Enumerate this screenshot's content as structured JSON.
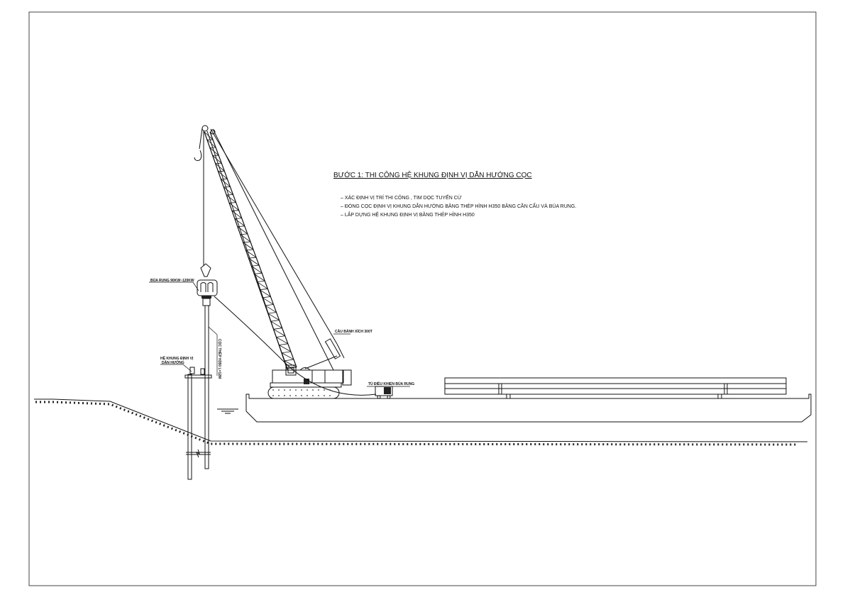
{
  "title": "BƯỚC 1: THI CÔNG HỆ KHUNG ĐỊNH VỊ DẪN HƯỚNG CỌC",
  "notes": [
    "–  XÁC ĐỊNH VỊ TRÍ THI CÔNG , TIM DỌC TUYẾN CỪ",
    "–  ĐÓNG CỌC ĐỊNH VỊ KHUNG DẪN HƯỚNG BẰNG THÉP HÌNH H350 BẰNG CẦN CẨU VÀ BÚA RUNG.",
    "–  LẮP DỰNG HỆ KHUNG ĐỊNH VỊ BẰNG THÉP HÌNH H350"
  ],
  "labels": {
    "hammer": "BÚA RUNG 90KW~120KW",
    "crane": "CẦU BÁNH XÍCH 300T",
    "control_box": "TỦ ĐIỀU KHIỂN BÚA RUNG",
    "guide_frame_1": "HỆ KHUNG ĐỊNH VỊ",
    "guide_frame_2": "DẪN HƯỚNG",
    "pile": "CỌC THÉP H350 L=12M"
  }
}
